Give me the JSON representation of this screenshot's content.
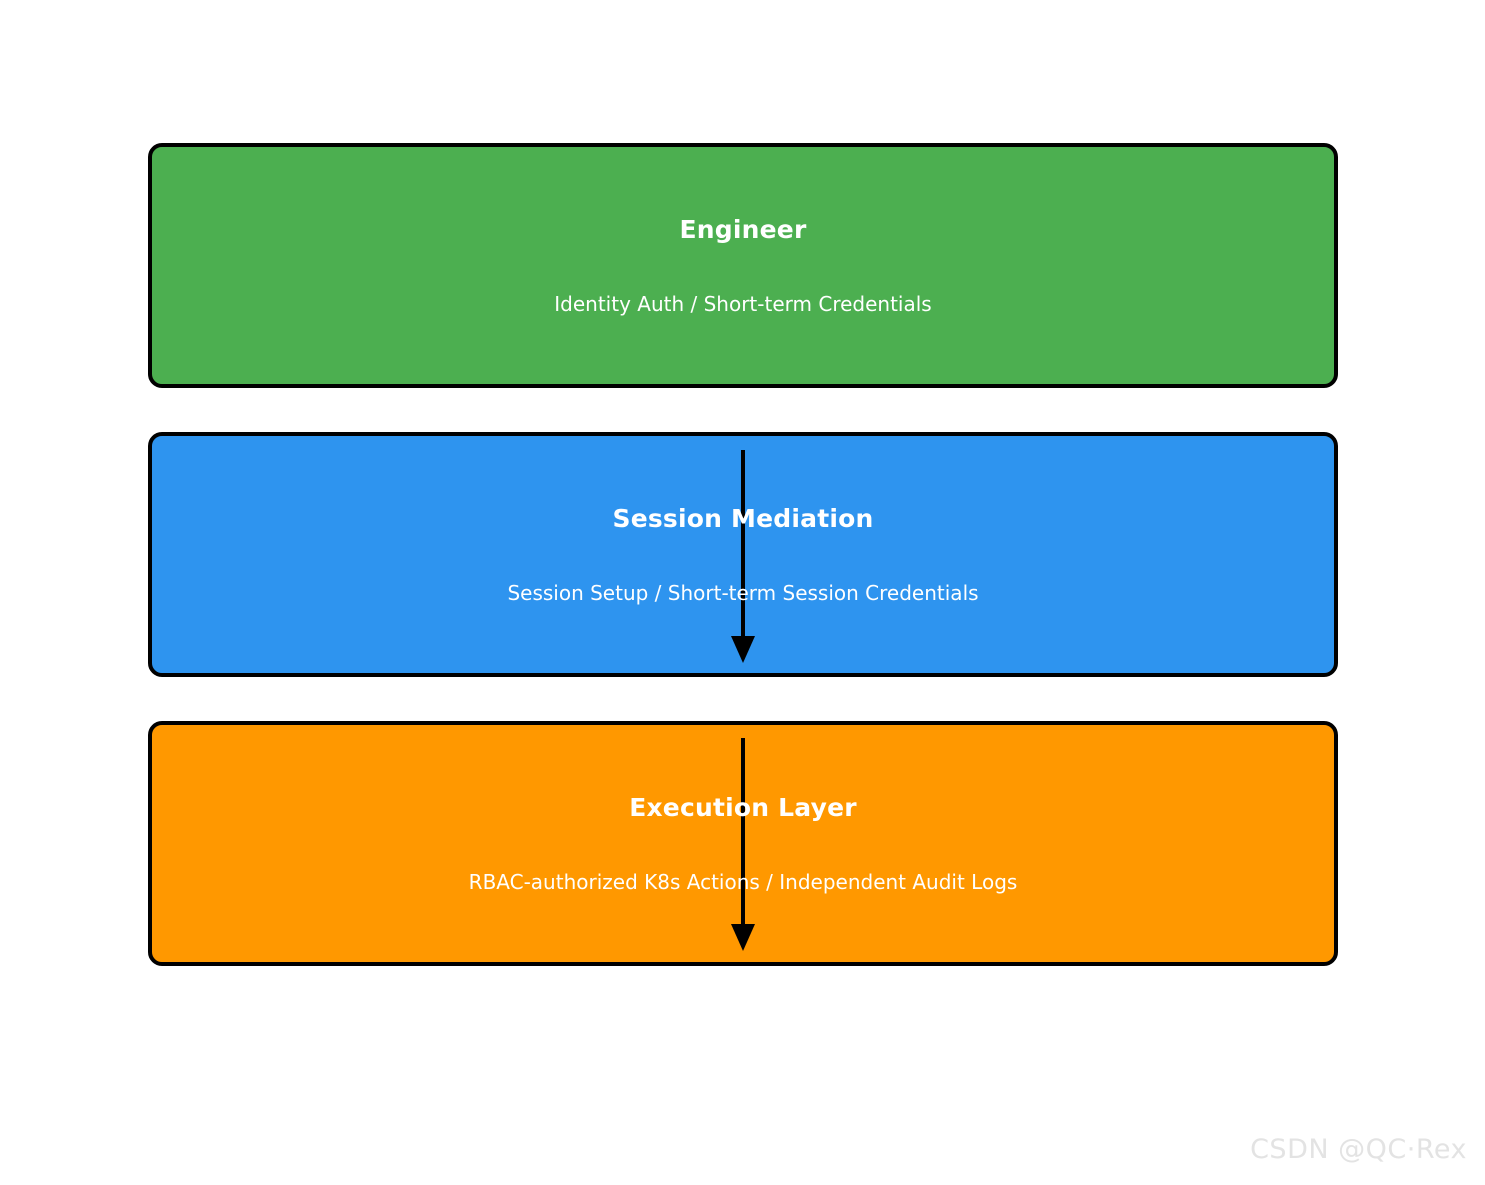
{
  "diagram": {
    "type": "layered-flow",
    "background_color": "#ffffff",
    "border_color": "#000000",
    "layers": [
      {
        "id": "engineer",
        "title": "Engineer",
        "subtitle": "Identity Auth / Short-term Credentials",
        "color": "#4CAF50",
        "text_color": "#ffffff"
      },
      {
        "id": "session-mediation",
        "title": "Session Mediation",
        "subtitle": "Session Setup / Short-term Session Credentials",
        "color": "#2E94EF",
        "text_color": "#ffffff"
      },
      {
        "id": "execution-layer",
        "title": "Execution Layer",
        "subtitle": "RBAC-authorized K8s Actions / Independent Audit Logs",
        "color": "#FF9800",
        "text_color": "#ffffff"
      }
    ],
    "arrows": [
      {
        "id": "arrow-engineer-to-session",
        "from": "engineer",
        "to": "session-mediation",
        "color": "#000000",
        "direction": "down"
      },
      {
        "id": "arrow-session-to-execution",
        "from": "session-mediation",
        "to": "execution-layer",
        "color": "#000000",
        "direction": "down"
      }
    ]
  },
  "watermark": {
    "text": "CSDN @QC·Rex",
    "color": "#e3e3e3"
  }
}
